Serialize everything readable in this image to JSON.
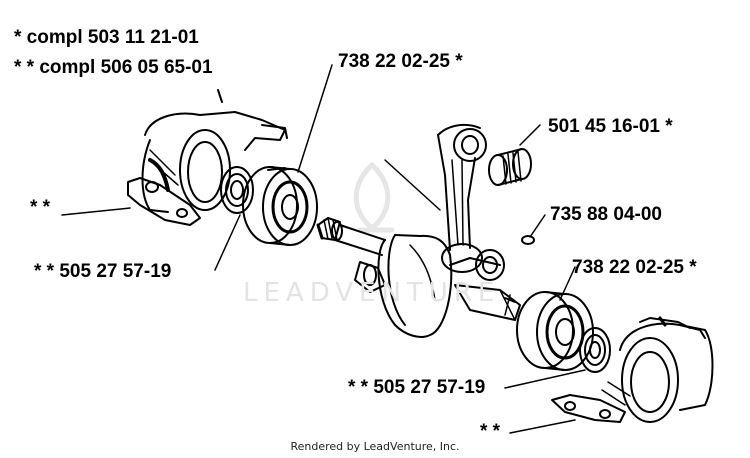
{
  "labels": {
    "note_compl_1": "*  compl 503 11 21-01",
    "note_compl_2": "* *  compl 506 05 65-01",
    "bearing_top": "738 22 02-25  *",
    "needle_bearing": "501 45 16-01  *",
    "key_pin": "735 88 04-00",
    "bearing_right": "738 22 02-25  *",
    "seal_left": "* *  505 27 57-19",
    "seal_right": "* *  505 27 57-19",
    "housing_left": "* *",
    "housing_right": "* *"
  },
  "watermark": "LEADVENTURE",
  "footer": "Rendered by LeadVenture, Inc."
}
